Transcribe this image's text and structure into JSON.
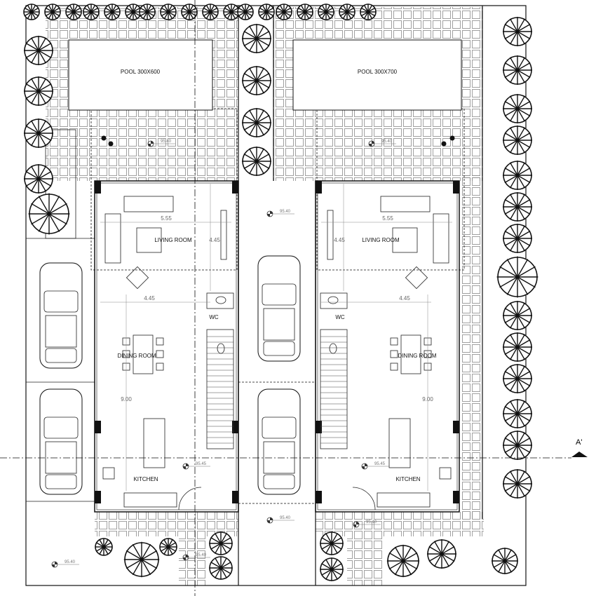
{
  "pools": [
    {
      "label": "POOL 300X600"
    },
    {
      "label": "POOL 300X700"
    }
  ],
  "units": [
    {
      "living": "LIVING ROOM",
      "dining": "DINING ROOM",
      "kitchen": "KITCHEN",
      "wc": "WC",
      "dim_width": "5.55",
      "dim_living": "4.45",
      "dim_dining": "4.45",
      "dim_length": "9.00"
    },
    {
      "living": "LIVING ROOM",
      "dining": "DINING ROOM",
      "kitchen": "KITCHEN",
      "wc": "WC",
      "dim_width": "5.55",
      "dim_living": "4.45",
      "dim_dining": "4.45",
      "dim_length": "9.00"
    }
  ],
  "levels": [
    "95.40",
    "95.40",
    "95.40",
    "95.45",
    "95.45",
    "95.40",
    "95.40",
    "95.40",
    "95.40"
  ],
  "section_mark": "A'"
}
